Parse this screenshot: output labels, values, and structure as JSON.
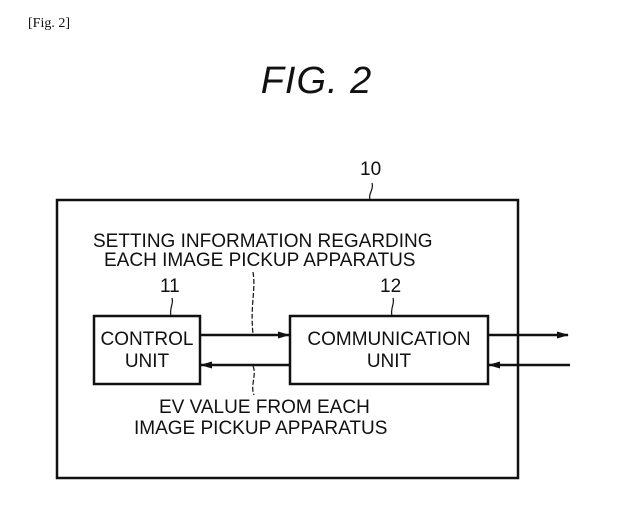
{
  "figure_reference": "[Fig. 2]",
  "figure_title": "FIG. 2",
  "diagram": {
    "outer_block": {
      "ref": "10"
    },
    "control_unit": {
      "ref": "11",
      "line1": "CONTROL",
      "line2": "UNIT"
    },
    "communication_unit": {
      "ref": "12",
      "line1": "COMMUNICATION",
      "line2": "UNIT"
    },
    "top_annotation": {
      "line1": "SETTING INFORMATION REGARDING",
      "line2": "EACH IMAGE PICKUP APPARATUS"
    },
    "bottom_annotation": {
      "line1": "EV VALUE FROM EACH",
      "line2": "IMAGE PICKUP APPARATUS"
    },
    "connections": [
      {
        "from": "control_unit",
        "to": "communication_unit",
        "label": "top_annotation"
      },
      {
        "from": "communication_unit",
        "to": "control_unit",
        "label": "bottom_annotation"
      },
      {
        "from": "communication_unit",
        "to": "external",
        "direction": "out"
      },
      {
        "from": "external",
        "to": "communication_unit",
        "direction": "in"
      }
    ]
  }
}
